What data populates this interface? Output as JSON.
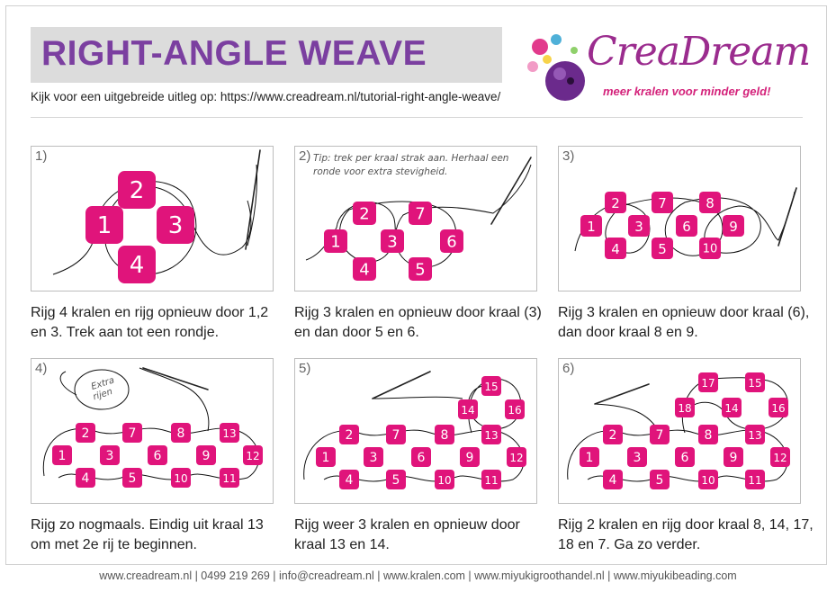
{
  "header": {
    "title": "RIGHT-ANGLE WEAVE",
    "intro": "Kijk voor een uitgebreide uitleg op: https://www.creadream.nl/tutorial-right-angle-weave/"
  },
  "logo": {
    "wordmark": "CreaDream",
    "tagline": "meer kralen voor minder geld!",
    "colors": {
      "primary": "#9b2c8e",
      "accent": "#d4237b"
    }
  },
  "colors": {
    "bead": "#e0147b",
    "title": "#7b3fa0"
  },
  "steps": [
    {
      "number": "1)",
      "caption": "Rijg 4 kralen en rijg opnieuw door 1,2 en 3. Trek aan tot een rondje."
    },
    {
      "number": "2)",
      "tip": "Tip: trek per kraal strak aan. Herhaal een ronde voor extra stevigheid.",
      "caption": "Rijg 3 kralen en opnieuw door kraal (3) en dan door 5 en 6."
    },
    {
      "number": "3)",
      "caption": "Rijg 3 kralen en opnieuw door kraal (6), dan door kraal 8 en 9."
    },
    {
      "number": "4)",
      "bubble": [
        "Extra",
        "rijen"
      ],
      "caption": "Rijg zo nogmaals. Eindig uit kraal 13 om met 2e rij te beginnen."
    },
    {
      "number": "5)",
      "caption": "Rijg weer 3 kralen en opnieuw door kraal 13 en 14."
    },
    {
      "number": "6)",
      "caption": "Rijg 2 kralen en rijg door kraal 8, 14, 17, 18 en 7. Ga zo verder."
    }
  ],
  "footer": {
    "text": "www.creadream.nl  |  0499 219 269  |  info@creadream.nl  |  www.kralen.com  |  www.miyukigroothandel.nl  |  www.miyukibeading.com"
  }
}
